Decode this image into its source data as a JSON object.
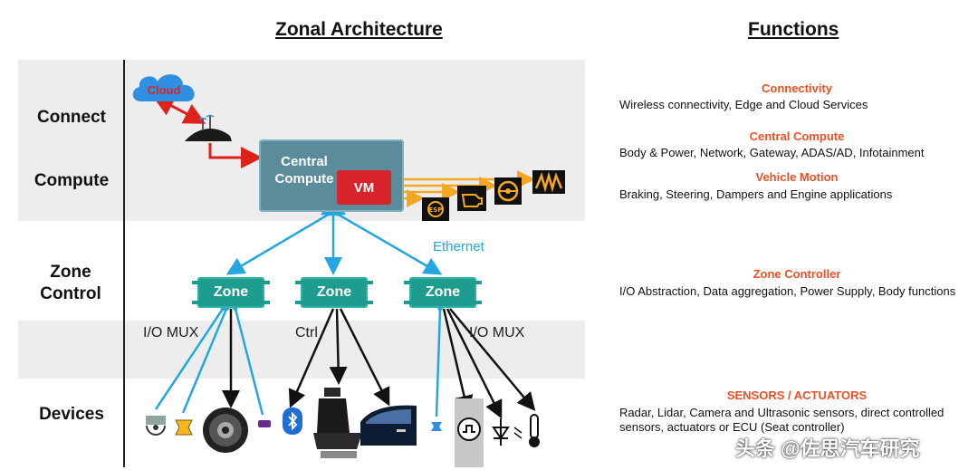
{
  "headings": {
    "left": "Zonal Architecture",
    "right": "Functions"
  },
  "rows": {
    "connect": "Connect",
    "compute": "Compute",
    "zone": "Zone Control",
    "devices": "Devices"
  },
  "diagram": {
    "cloud": "Cloud",
    "central": "Central Compute",
    "vm": "VM",
    "ethernet": "Ethernet",
    "zone": "Zone",
    "io_mux": "I/O MUX",
    "ctrl": "Ctrl"
  },
  "functions": [
    {
      "title": "Connectivity",
      "desc": "Wireless connectivity, Edge and Cloud Services"
    },
    {
      "title": "Central Compute",
      "desc": "Body & Power, Network, Gateway, ADAS/AD, Infotainment"
    },
    {
      "title": "Vehicle Motion",
      "desc": "Braking, Steering, Dampers and Engine applications"
    },
    {
      "title": "Zone Controller",
      "desc": "I/O Abstraction, Data aggregation, Power Supply, Body functions"
    },
    {
      "title": "SENSORS / ACTUATORS",
      "desc_line1": "Radar, Lidar, Camera and Ultrasonic sensors, direct controlled",
      "desc_line2": "sensors, actuators or ECU (Seat controller)"
    }
  ],
  "watermark": "头条 @佐思汽车研究",
  "colors": {
    "accent_red": "#f04e23",
    "zone_teal": "#1e9c8f",
    "ethernet_blue": "#24a7e0",
    "vm_red": "#d8232a",
    "band_gray": "#ededed"
  },
  "icons": [
    "cloud-icon",
    "antenna-icon",
    "esp-warning-icon",
    "engine-warning-icon",
    "steering-wheel-icon",
    "damper-icon",
    "camera-sensor-icon",
    "ultrasonic-sensor-icon",
    "speaker-icon",
    "connector-icon",
    "bluetooth-icon",
    "car-seat-icon",
    "car-door-icon",
    "signal-sensor-icon",
    "diode-icon",
    "light-sensor-icon",
    "thermometer-icon"
  ]
}
